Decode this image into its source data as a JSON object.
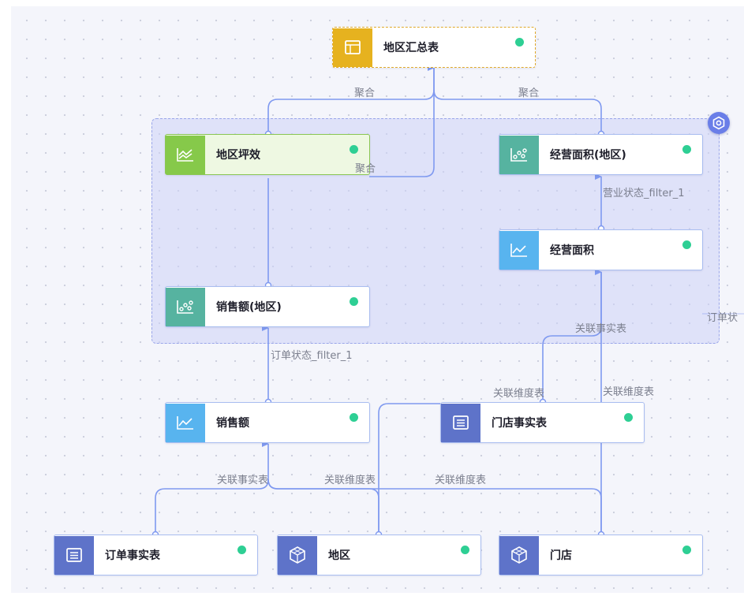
{
  "nodes": {
    "summary": {
      "label": "地区汇总表",
      "icon": "table-summary-icon",
      "status": "ok"
    },
    "region_efficiency": {
      "label": "地区坪效",
      "icon": "area-chart-icon",
      "status": "ok"
    },
    "business_area_region": {
      "label": "经营面积(地区)",
      "icon": "scatter-chart-icon",
      "status": "ok"
    },
    "business_area": {
      "label": "经营面积",
      "icon": "line-chart-icon",
      "status": "ok"
    },
    "sales_region": {
      "label": "销售额(地区)",
      "icon": "scatter-chart-icon",
      "status": "ok"
    },
    "sales": {
      "label": "销售额",
      "icon": "line-chart-icon",
      "status": "ok"
    },
    "store_fact": {
      "label": "门店事实表",
      "icon": "fact-table-icon",
      "status": "ok"
    },
    "order_fact": {
      "label": "订单事实表",
      "icon": "fact-table-icon",
      "status": "ok"
    },
    "region": {
      "label": "地区",
      "icon": "dimension-cube-icon",
      "status": "ok"
    },
    "store": {
      "label": "门店",
      "icon": "dimension-cube-icon",
      "status": "ok"
    }
  },
  "edge_labels": {
    "agg_left": "聚合",
    "agg_right": "聚合",
    "agg_mid": "聚合",
    "filter_business": "营业状态_filter_1",
    "filter_order": "订单状态_filter_1",
    "fact_link_upper": "关联事实表",
    "dim_link_store_fact": "关联维度表",
    "dim_link_business": "关联维度表",
    "fact_link_lower": "关联事实表",
    "dim_link_region": "关联维度表",
    "dim_link_store": "关联维度表",
    "clipped_right": "订单状"
  },
  "colors": {
    "edge": "#7f99f0",
    "status_dot": "#2ecf94",
    "group_fill": "#cdd2f8",
    "scatter_icon": "#56b3a0",
    "line_icon": "#58b4ef",
    "area_icon": "#86c94a",
    "fact_icon": "#5e73c9",
    "summary_icon": "#e6b21f"
  },
  "group": {
    "icon": "group-settings-icon"
  }
}
